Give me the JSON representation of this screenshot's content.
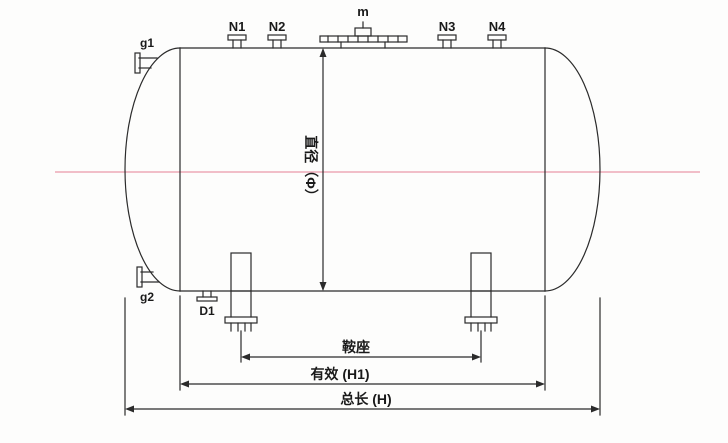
{
  "diagram": {
    "labels": {
      "n1": "N1",
      "n2": "N2",
      "manhole": "m",
      "n3": "N3",
      "n4": "N4",
      "g1": "g1",
      "g2": "g2",
      "d1": "D1",
      "diameter": "直径（Φ）",
      "saddle_span": "鞍座",
      "effective_length": "有效 (H1)",
      "total_length": "总长 (H)"
    },
    "colors": {
      "line": "#2b2b2b",
      "text": "#1a1a1a",
      "centerline": "#e57f95"
    }
  }
}
